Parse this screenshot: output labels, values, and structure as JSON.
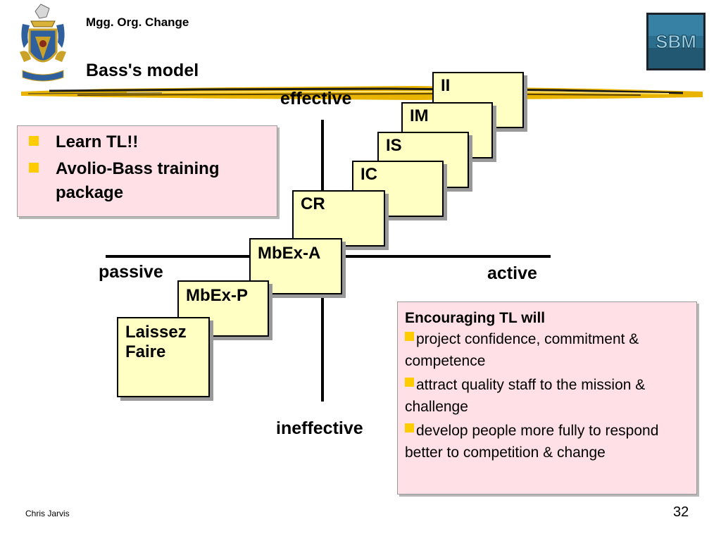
{
  "header": {
    "course": "Mgg. Org. Change",
    "title": "Bass's model",
    "logo_text": "SBM"
  },
  "axes": {
    "top": "effective",
    "bottom": "ineffective",
    "left": "passive",
    "right": "active"
  },
  "steps": [
    {
      "id": "ii",
      "label": "II"
    },
    {
      "id": "im",
      "label": "IM"
    },
    {
      "id": "is",
      "label": "IS"
    },
    {
      "id": "ic",
      "label": "IC"
    },
    {
      "id": "cr",
      "label": "CR"
    },
    {
      "id": "mbexa",
      "label": "MbEx-A"
    },
    {
      "id": "mbexp",
      "label": "MbEx-P"
    },
    {
      "id": "lf",
      "label": "Laissez Faire"
    }
  ],
  "left_box": {
    "items": [
      "Learn TL!!",
      "Avolio-Bass training package"
    ]
  },
  "right_box": {
    "heading": "Encouraging  TL will",
    "items": [
      "project confidence, commitment & competence",
      "attract quality staff to the  mission & challenge",
      "develop people more fully to respond better to competition & change"
    ]
  },
  "footer": {
    "author": "Chris Jarvis",
    "page": "32"
  },
  "colors": {
    "step_fill": "#ffffc3",
    "box_fill": "#ffe0e6",
    "bullet": "#ffcc00",
    "brush": "#e8b400"
  }
}
